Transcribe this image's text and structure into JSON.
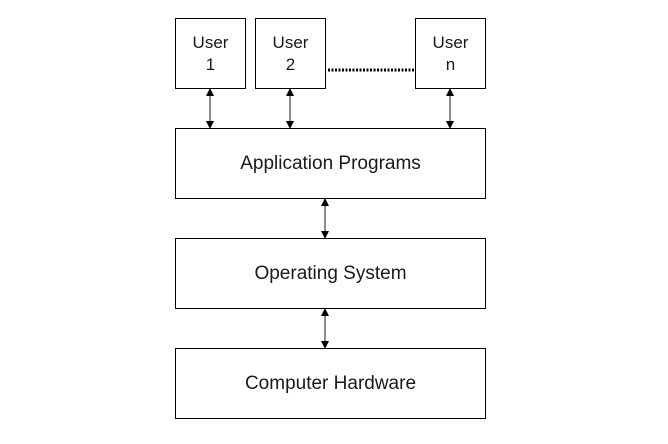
{
  "users": [
    {
      "line1": "User",
      "line2": "1"
    },
    {
      "line1": "User",
      "line2": "2"
    },
    {
      "line1": "User",
      "line2": "n"
    }
  ],
  "layers": {
    "application": "Application Programs",
    "os": "Operating System",
    "hardware": "Computer Hardware"
  }
}
